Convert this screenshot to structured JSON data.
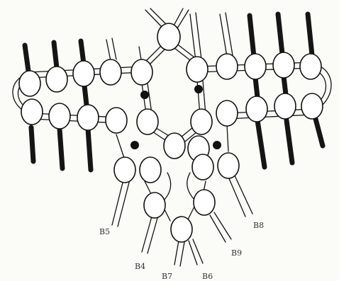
{
  "labels": {
    "b5": "B5",
    "b4": "B4",
    "b7": "B7",
    "b6": "B6",
    "b9": "B9",
    "b8": "B8"
  },
  "colors": {
    "ink": "#111111",
    "paper": "#fbfbf8",
    "label": "#333333"
  }
}
